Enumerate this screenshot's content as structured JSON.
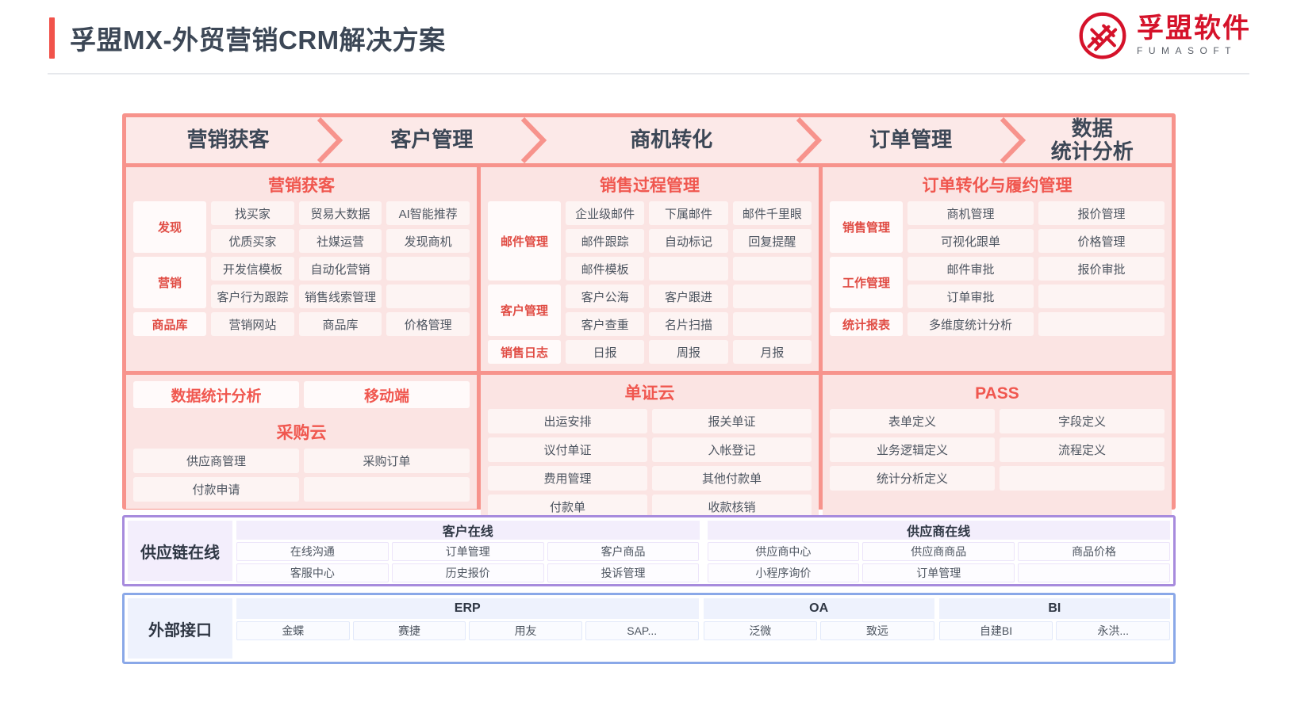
{
  "header": {
    "title": "孚盟MX-外贸营销CRM解决方案",
    "logo_cn": "孚盟软件",
    "logo_en": "FUMASOFT",
    "accent_red": "#f1534b",
    "logo_red": "#d5122a"
  },
  "banner": {
    "items": [
      {
        "label": "营销获客"
      },
      {
        "label": "客户管理"
      },
      {
        "label": "商机转化"
      },
      {
        "label": "订单管理"
      },
      {
        "label": "数据\n统计分析",
        "line1": "数据",
        "line2": "统计分析"
      }
    ]
  },
  "panels": {
    "marketing": {
      "title": "营销获客",
      "groups": [
        {
          "label": "发现",
          "rows": [
            [
              "找买家",
              "贸易大数据",
              "AI智能推荐"
            ],
            [
              "优质买家",
              "社媒运营",
              "发现商机"
            ]
          ]
        },
        {
          "label": "营销",
          "rows": [
            [
              "开发信模板",
              "自动化营销",
              ""
            ],
            [
              "客户行为跟踪",
              "销售线索管理",
              ""
            ]
          ]
        },
        {
          "label": "商品库",
          "rows": [
            [
              "营销网站",
              "商品库",
              "价格管理"
            ]
          ]
        }
      ]
    },
    "sales_process": {
      "title": "销售过程管理",
      "groups": [
        {
          "label": "邮件管理",
          "rows": [
            [
              "企业级邮件",
              "下属邮件",
              "邮件千里眼"
            ],
            [
              "邮件跟踪",
              "自动标记",
              "回复提醒"
            ],
            [
              "邮件模板",
              "",
              ""
            ]
          ]
        },
        {
          "label": "客户管理",
          "rows": [
            [
              "客户公海",
              "客户跟进",
              ""
            ],
            [
              "客户查重",
              "名片扫描",
              ""
            ]
          ]
        },
        {
          "label": "销售日志",
          "rows": [
            [
              "日报",
              "周报",
              "月报"
            ]
          ]
        }
      ]
    },
    "order_fulfill": {
      "title": "订单转化与履约管理",
      "groups": [
        {
          "label": "销售管理",
          "rows": [
            [
              "商机管理",
              "报价管理"
            ],
            [
              "可视化跟单",
              "价格管理"
            ]
          ]
        },
        {
          "label": "工作管理",
          "rows": [
            [
              "邮件审批",
              "报价审批"
            ],
            [
              "订单审批",
              ""
            ]
          ]
        },
        {
          "label": "统计报表",
          "rows": [
            [
              "多维度统计分析",
              ""
            ]
          ]
        }
      ]
    },
    "analytics_mobile": {
      "tiles": [
        "数据统计分析",
        "移动端"
      ]
    },
    "purchase_cloud": {
      "title": "采购云",
      "rows": [
        [
          "供应商管理",
          "采购订单"
        ],
        [
          "付款申请",
          ""
        ]
      ]
    },
    "doc_cloud": {
      "title": "单证云",
      "rows": [
        [
          "出运安排",
          "报关单证"
        ],
        [
          "议付单证",
          "入帐登记"
        ],
        [
          "费用管理",
          "其他付款单"
        ],
        [
          "付款单",
          "收款核销"
        ]
      ]
    },
    "pass": {
      "title": "PASS",
      "rows": [
        [
          "表单定义",
          "字段定义"
        ],
        [
          "业务逻辑定义",
          "流程定义"
        ],
        [
          "统计分析定义",
          ""
        ]
      ]
    }
  },
  "supply_chain": {
    "label": "供应链在线",
    "accent": "#a78bdd",
    "blocks": [
      {
        "head": "客户在线",
        "rows": [
          [
            "在线沟通",
            "订单管理",
            "客户商品"
          ],
          [
            "客服中心",
            "历史报价",
            "投诉管理"
          ]
        ]
      },
      {
        "head": "供应商在线",
        "rows": [
          [
            "供应商中心",
            "供应商商品",
            "商品价格"
          ],
          [
            "小程序询价",
            "订单管理",
            ""
          ]
        ]
      }
    ]
  },
  "external_api": {
    "label": "外部接口",
    "accent": "#8aa8e8",
    "blocks": [
      {
        "head": "ERP",
        "items": [
          "金蝶",
          "赛捷",
          "用友",
          "SAP..."
        ]
      },
      {
        "head": "OA",
        "items": [
          "泛微",
          "致远"
        ]
      },
      {
        "head": "BI",
        "items": [
          "自建BI",
          "永洪..."
        ]
      }
    ]
  }
}
